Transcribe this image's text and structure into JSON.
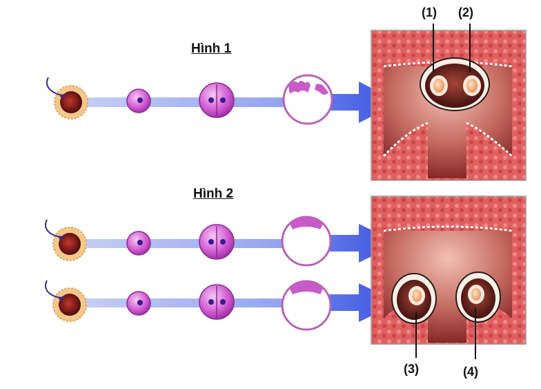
{
  "figures": {
    "figure1": {
      "title": "Hình 1"
    },
    "figure2": {
      "title": "Hình 2"
    }
  },
  "callouts": {
    "c1": "(1)",
    "c2": "(2)",
    "c3": "(3)",
    "c4": "(4)"
  },
  "colors": {
    "arrow": "#4a63e6",
    "zygote": "#c43cc6",
    "uterus": "#c83a3a",
    "uterus_light": "#f0a0a0",
    "egg_core": "#7a1818",
    "egg_halo": "#f1c27d"
  }
}
